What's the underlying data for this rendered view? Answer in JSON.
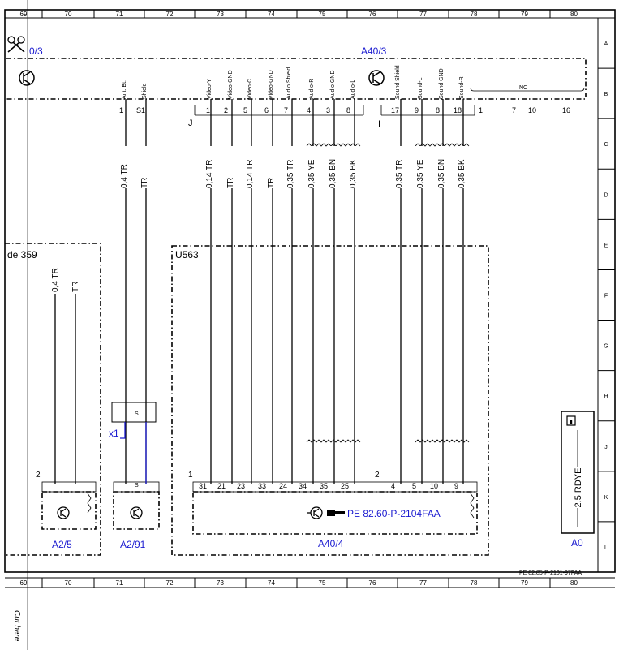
{
  "grid": {
    "columns": [
      "69",
      "70",
      "71",
      "72",
      "73",
      "74",
      "75",
      "76",
      "77",
      "78",
      "79",
      "80"
    ],
    "rows": [
      "A",
      "B",
      "C",
      "D",
      "E",
      "F",
      "G",
      "H",
      "J",
      "K",
      "L"
    ]
  },
  "components": {
    "a40_3": {
      "label": "A40/3",
      "left_label": "0/3"
    },
    "u563": "U563",
    "a40_4": {
      "label": "A40/4",
      "ref": "PE 82.60-P-2104FAA"
    },
    "a2_5": "A2/5",
    "a2_91": "A2/91",
    "a0": {
      "label": "A0",
      "wire": "2,5 RDYE"
    },
    "left_ref": "de 359",
    "x1": "x1"
  },
  "pins_top": {
    "labels": [
      "Ant. Bt.",
      "Shield",
      "Video-Y",
      "Video-GND",
      "Video-C",
      "Video-GND",
      "Audio Shield",
      "Audio-R",
      "Audio GND",
      "Audio-L",
      "Sound Shield",
      "Sound-L",
      "Sound GND",
      "Sound-R",
      "NC"
    ],
    "numbers": [
      "1",
      "S1",
      "1",
      "2",
      "5",
      "6",
      "7",
      "4",
      "3",
      "8",
      "17",
      "9",
      "8",
      "18",
      "1",
      "7",
      "10",
      "16"
    ]
  },
  "wires": [
    "0,4 TR",
    "TR",
    "0,14 TR",
    "TR",
    "0,14 TR",
    "TR",
    "0,35 TR",
    "0,35 YE",
    "0,35 BN",
    "0,35 BK",
    "0,35 TR",
    "0,35 YE",
    "0,35 BN",
    "0,35 BK"
  ],
  "left_wires": [
    "0,4 TR",
    "TR"
  ],
  "bottom_pins": [
    "31",
    "21",
    "23",
    "33",
    "24",
    "34",
    "35",
    "25",
    "4",
    "5",
    "10",
    "9"
  ],
  "side_numbers": [
    "2",
    "1",
    "2"
  ],
  "pin_s": "S",
  "connector_letters": [
    "J",
    "I"
  ],
  "footer_ref": "PE 82.85-P-2101-97FAA",
  "cut_here": "Cut here"
}
